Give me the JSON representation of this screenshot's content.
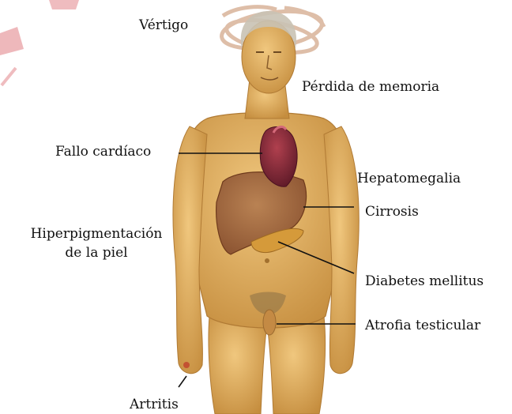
{
  "labels": {
    "vertigo": "Vértigo",
    "memory_loss": "Pérdida de  memoria",
    "heart_failure": "Fallo cardíaco",
    "hepatomegaly": "Hepatomegalia",
    "cirrhosis": "Cirrosis",
    "hyperpigmentation_line1": "Hiperpigmentación",
    "hyperpigmentation_line2": "de la piel",
    "diabetes": "Diabetes mellitus",
    "testicular_atrophy": "Atrofia testicular",
    "arthritis": "Artritis"
  },
  "colors": {
    "skin": "#e2b368",
    "skin_shadow": "#c8903e",
    "liver": "#a86a3e",
    "heart": "#8a2a3a",
    "pancreas": "#d59a3a",
    "vertigo_swirl": "#d9b39a",
    "corner_accent": "#e8a0a4"
  }
}
